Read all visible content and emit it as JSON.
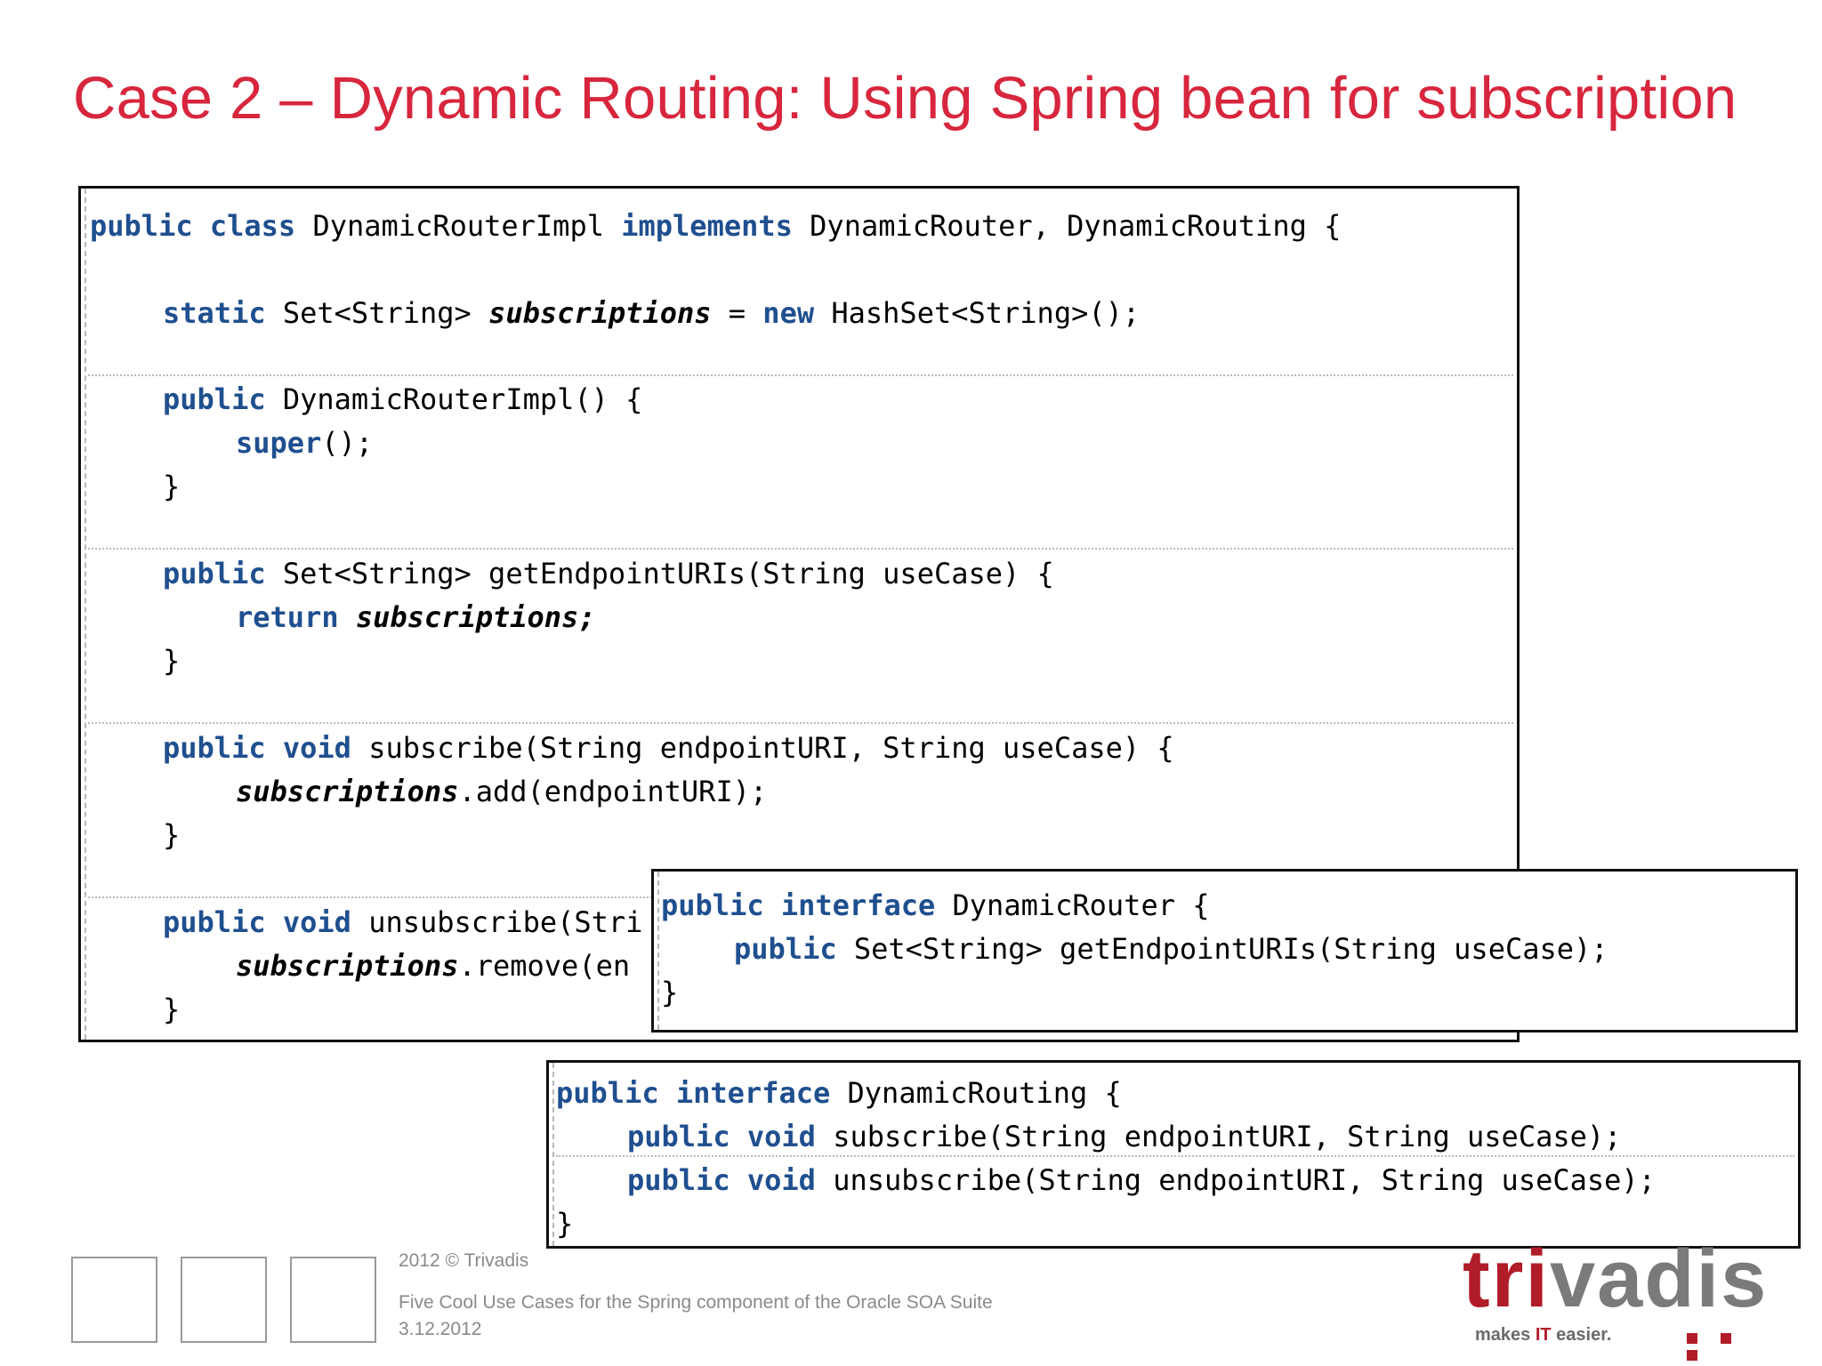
{
  "title": "Case 2 – Dynamic Routing:  Using Spring bean for subscription",
  "main_code": {
    "l1": {
      "kw1": "public class",
      "t1": " DynamicRouterImpl ",
      "kw2": "implements",
      "t2": " DynamicRouter, DynamicRouting {"
    },
    "l2": {
      "kw1": "static",
      "t1": " Set<String> ",
      "fld": "subscriptions",
      "t2": " = ",
      "kw2": "new",
      "t3": " HashSet<String>();"
    },
    "l3": {
      "kw1": "public",
      "t1": " DynamicRouterImpl() {"
    },
    "l4": {
      "kw1": "super",
      "t1": "();"
    },
    "l5": {
      "t1": "}"
    },
    "l6": {
      "kw1": "public",
      "t1": " Set<String> getEndpointURIs(String useCase) {"
    },
    "l7": {
      "kw1": "return",
      "t1": " ",
      "fld": "subscriptions;"
    },
    "l8": {
      "t1": "}"
    },
    "l9": {
      "kw1": "public void",
      "t1": " subscribe(String endpointURI, String useCase) {"
    },
    "l10": {
      "fld": "subscriptions",
      "t1": ".add(endpointURI);"
    },
    "l11": {
      "t1": "}"
    },
    "l12": {
      "kw1": "public void",
      "t1": " unsubscribe(Stri"
    },
    "l13": {
      "fld": "subscriptions",
      "t1": ".remove(en"
    },
    "l14": {
      "t1": "}"
    }
  },
  "router_code": {
    "l1": {
      "kw1": "public interface",
      "t1": " DynamicRouter {"
    },
    "l2": {
      "kw1": "public",
      "t1": " Set<String> getEndpointURIs(String useCase);"
    },
    "l3": {
      "t1": "}"
    }
  },
  "routing_code": {
    "l1": {
      "kw1": "public interface",
      "t1": " DynamicRouting {"
    },
    "l2": {
      "kw1": "public void",
      "t1": " subscribe(String endpointURI, String useCase);"
    },
    "l3": {
      "kw1": "public void",
      "t1": " unsubscribe(String endpointURI, String useCase);"
    },
    "l4": {
      "t1": "}"
    }
  },
  "footer": {
    "copyright": "2012 © Trivadis",
    "subtitle": "Five Cool Use Cases for the Spring component of the Oracle SOA Suite",
    "date": "3.12.2012"
  },
  "logo": {
    "word_part1": "tri",
    "word_part2": "vadis",
    "tag_part1": "makes ",
    "tag_part2": "IT",
    "tag_part3": " easier."
  },
  "colors": {
    "title": "#d7263d",
    "keyword": "#1f4f8f",
    "brand_red": "#b01c28"
  }
}
